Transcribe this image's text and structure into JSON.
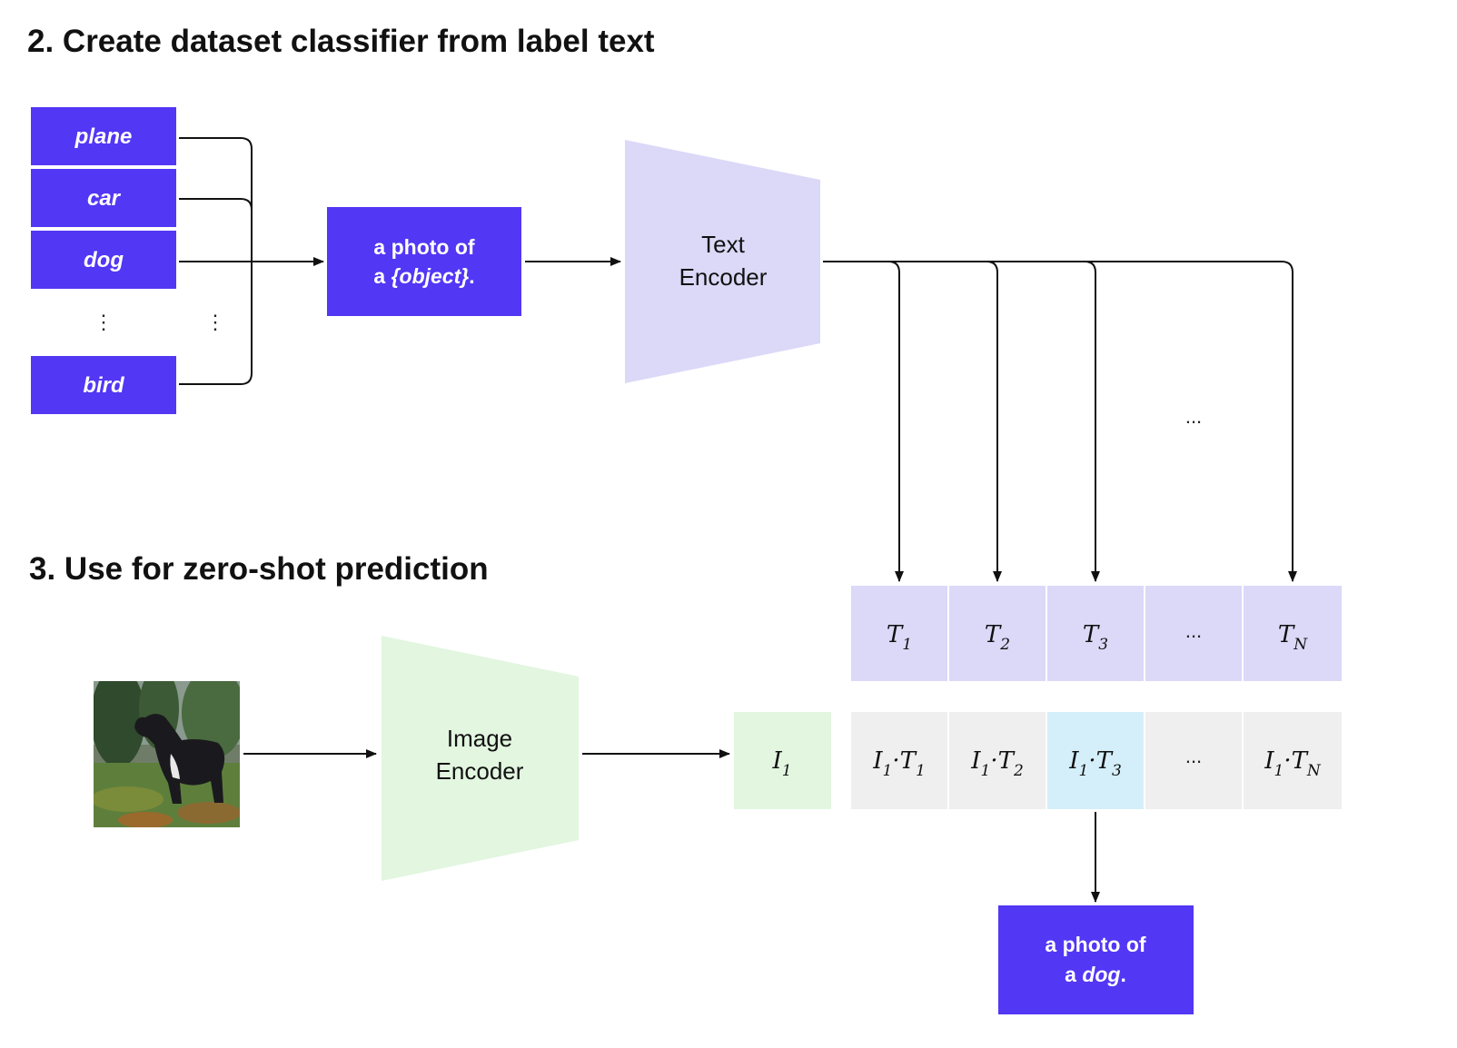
{
  "section2": {
    "title": "2. Create dataset classifier from label text"
  },
  "section3": {
    "title": "3. Use for zero-shot prediction"
  },
  "labels": [
    "plane",
    "car",
    "dog",
    "bird"
  ],
  "vertical_ellipsis": "⋮",
  "template": {
    "line1": "a photo of",
    "line2_prefix": "a ",
    "line2_var": "{object}",
    "line2_suffix": "."
  },
  "text_encoder": {
    "line1": "Text",
    "line2": "Encoder"
  },
  "image_encoder": {
    "line1": "Image",
    "line2": "Encoder"
  },
  "ellipsis": "...",
  "text_embeddings": [
    {
      "main": "T",
      "sub": "1"
    },
    {
      "main": "T",
      "sub": "2"
    },
    {
      "main": "T",
      "sub": "3"
    },
    {
      "main": "...",
      "sub": ""
    },
    {
      "main": "T",
      "sub": "N"
    }
  ],
  "image_embedding": {
    "main": "I",
    "sub": "1"
  },
  "dot_products": [
    {
      "a": "I",
      "a_sub": "1",
      "b": "T",
      "b_sub": "1"
    },
    {
      "a": "I",
      "a_sub": "1",
      "b": "T",
      "b_sub": "2"
    },
    {
      "a": "I",
      "a_sub": "1",
      "b": "T",
      "b_sub": "3"
    },
    {
      "ellipsis": "..."
    },
    {
      "a": "I",
      "a_sub": "1",
      "b": "T",
      "b_sub": "N"
    }
  ],
  "prediction": {
    "line1": "a photo of",
    "line2_prefix": "a ",
    "line2_var": "dog",
    "line2_suffix": "."
  },
  "photo": {
    "subject": "black dog on grass"
  },
  "colors": {
    "label_box": "#5237f5",
    "text_embedding": "#dbd8f8",
    "text_encoder": "#dbd8f8",
    "image_encoder": "#e2f6e0",
    "image_embedding": "#e2f6e0",
    "dot_product": "#efeff0",
    "highlight": "#d4eff9"
  }
}
